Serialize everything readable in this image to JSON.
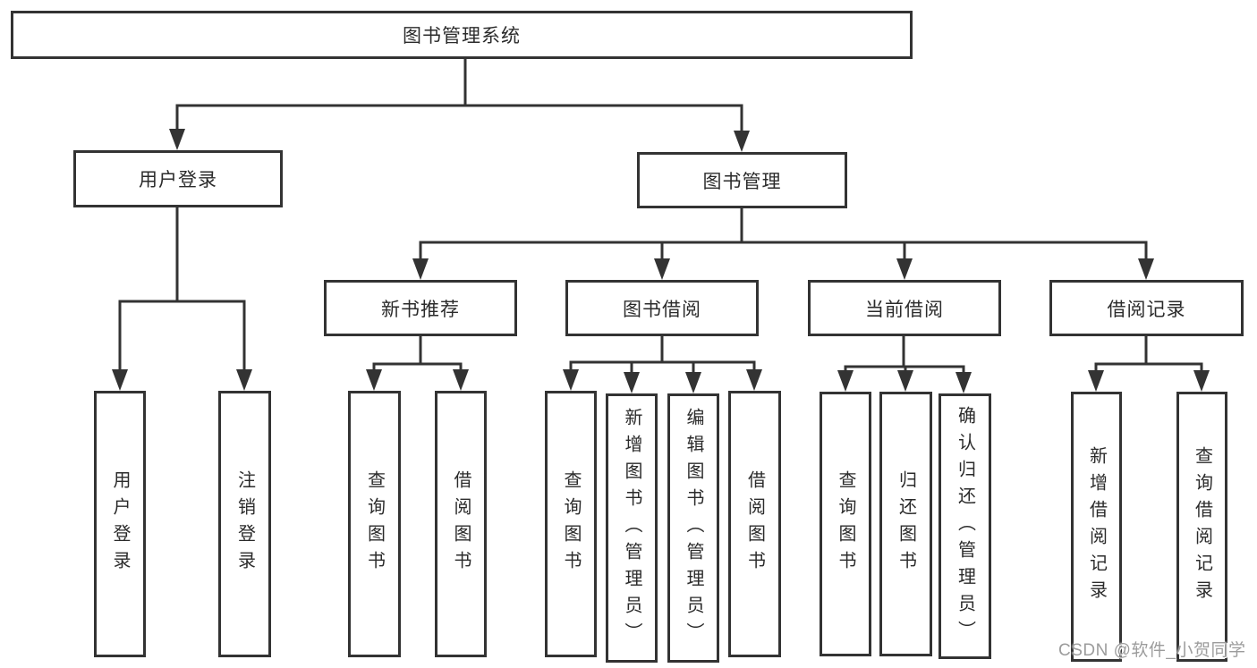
{
  "nodes": {
    "root": {
      "label": "图书管理系统"
    },
    "user_login": {
      "label": "用户登录"
    },
    "book_mgmt": {
      "label": "图书管理"
    },
    "login": {
      "label": "用户登录"
    },
    "logout": {
      "label": "注销登录"
    },
    "new_book_rec": {
      "label": "新书推荐"
    },
    "book_borrow": {
      "label": "图书借阅"
    },
    "current_borrow": {
      "label": "当前借阅"
    },
    "borrow_records": {
      "label": "借阅记录"
    },
    "nbr_query": {
      "label": "查询图书"
    },
    "nbr_borrow": {
      "label": "借阅图书"
    },
    "bb_query": {
      "label": "查询图书"
    },
    "bb_add": {
      "label": "新增图书（管理员）"
    },
    "bb_edit": {
      "label": "编辑图书（管理员）"
    },
    "bb_borrow": {
      "label": "借阅图书"
    },
    "cb_query": {
      "label": "查询图书"
    },
    "cb_return": {
      "label": "归还图书"
    },
    "cb_confirm": {
      "label": "确认归还（管理员）"
    },
    "br_add": {
      "label": "新增借阅记录"
    },
    "br_query": {
      "label": "查询借阅记录"
    }
  },
  "watermark": {
    "text": "CSDN @软件_小贺同学"
  },
  "colors": {
    "line": "#333333",
    "text": "#2b2b2b",
    "background": "#ffffff",
    "watermark": "#9c9c9c"
  }
}
